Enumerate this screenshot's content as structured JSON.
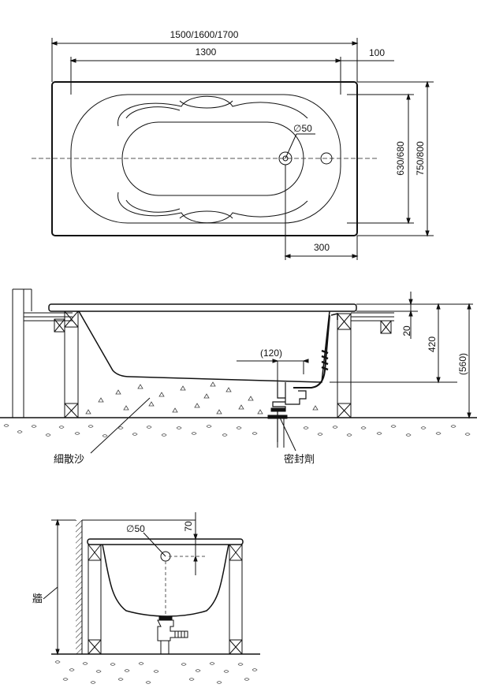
{
  "top_view": {
    "overall_length": "1500/1600/1700",
    "inner_length": "1300",
    "rim_offset": "100",
    "inner_width": "630/680",
    "overall_width": "750/800",
    "drain_offset": "300",
    "drain_diameter": "∅50"
  },
  "side_view": {
    "drain_distance": "(120)",
    "rim_height": "20",
    "tub_depth": "420",
    "total_height": "(560)",
    "sand_label": "細散沙",
    "sealant_label": "密封劑"
  },
  "end_view": {
    "overflow_diameter": "∅50",
    "overflow_height": "70",
    "wall_label": "牆"
  },
  "colors": {
    "line": "#111111",
    "dashed": "#555555"
  }
}
